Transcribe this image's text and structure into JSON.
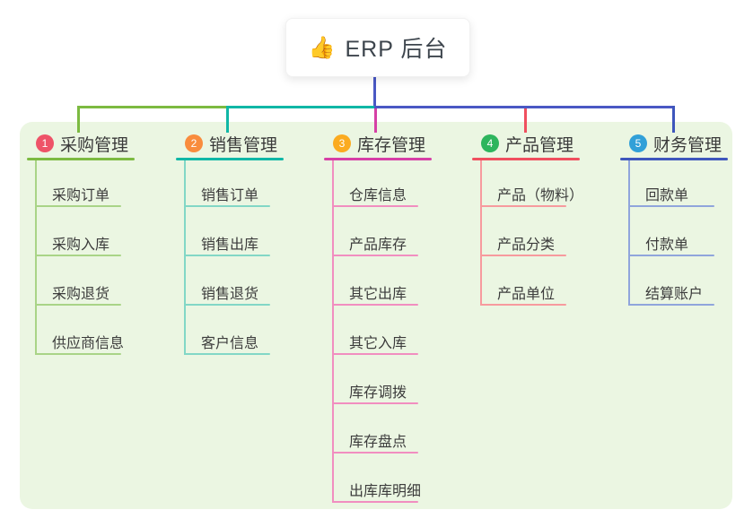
{
  "root": {
    "icon": "👍",
    "title": "ERP 后台"
  },
  "panel": {
    "bg": "#ebf6e2"
  },
  "connector": {
    "trunk_color": "#4a58c4"
  },
  "branches": [
    {
      "badge": "1",
      "badge_color": "#ee5368",
      "label": "采购管理",
      "line_color": "#7cba41",
      "child_line_color": "#a9d487",
      "children": [
        "采购订单",
        "采购入库",
        "采购退货",
        "供应商信息"
      ]
    },
    {
      "badge": "2",
      "badge_color": "#f98c3d",
      "label": "销售管理",
      "line_color": "#10b7a6",
      "child_line_color": "#82d7c6",
      "children": [
        "销售订单",
        "销售出库",
        "销售退货",
        "客户信息"
      ]
    },
    {
      "badge": "3",
      "badge_color": "#fbab20",
      "label": "库存管理",
      "line_color": "#d63fa6",
      "child_line_color": "#f18ec0",
      "children": [
        "仓库信息",
        "产品库存",
        "其它出库",
        "其它入库",
        "库存调拨",
        "库存盘点",
        "出库库明细"
      ]
    },
    {
      "badge": "4",
      "badge_color": "#2db55d",
      "label": "产品管理",
      "line_color": "#f04f5f",
      "child_line_color": "#f79a9e",
      "children": [
        "产品（物料）",
        "产品分类",
        "产品单位"
      ]
    },
    {
      "badge": "5",
      "badge_color": "#31a0d8",
      "label": "财务管理",
      "line_color": "#3e56bc",
      "child_line_color": "#90a5dc",
      "children": [
        "回款单",
        "付款单",
        "结算账户"
      ]
    }
  ]
}
